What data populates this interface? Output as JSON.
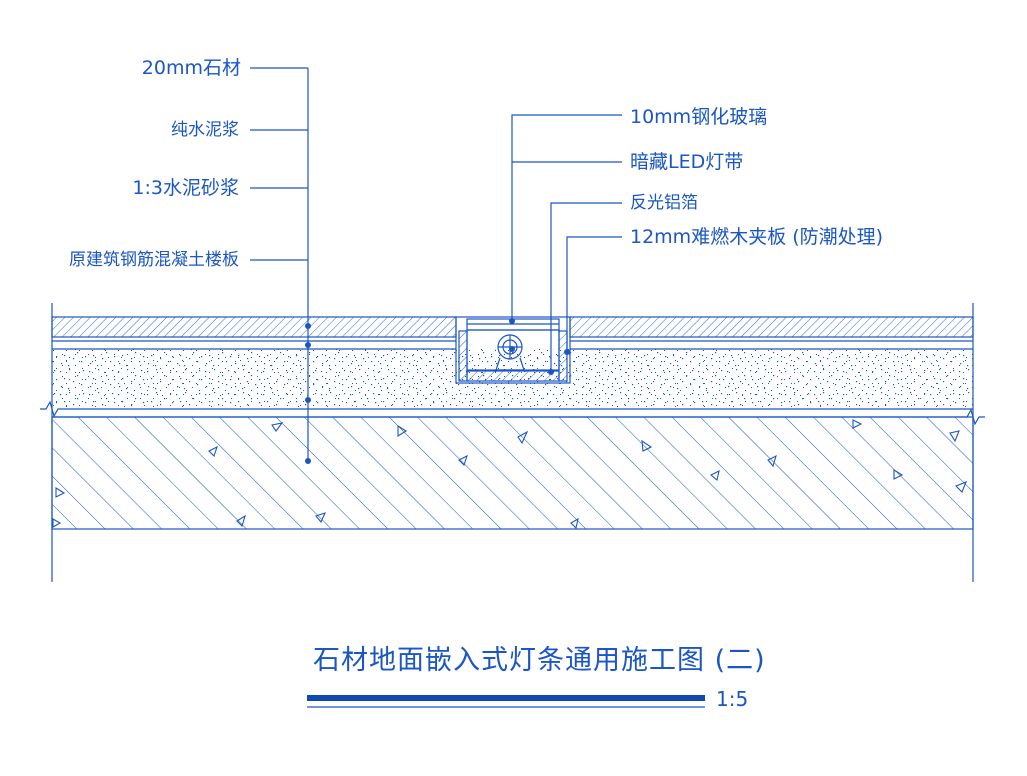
{
  "left_labels": [
    {
      "id": "stone",
      "text": "20mm石材"
    },
    {
      "id": "slurry",
      "text": "纯水泥浆"
    },
    {
      "id": "mortar",
      "text": "1:3水泥砂浆"
    },
    {
      "id": "slab",
      "text": "原建筑钢筋混凝土楼板"
    }
  ],
  "right_labels": [
    {
      "id": "glass",
      "text": "10mm钢化玻璃"
    },
    {
      "id": "led",
      "text": "暗藏LED灯带"
    },
    {
      "id": "foil",
      "text": "反光铝箔"
    },
    {
      "id": "board",
      "text": "12mm难燃木夹板 (防潮处理)"
    }
  ],
  "title": "石材地面嵌入式灯条通用施工图 (二)",
  "scale": "1:5",
  "colors": {
    "line": "#1a56c4",
    "bar": "#1249b0",
    "background": "#ffffff"
  }
}
